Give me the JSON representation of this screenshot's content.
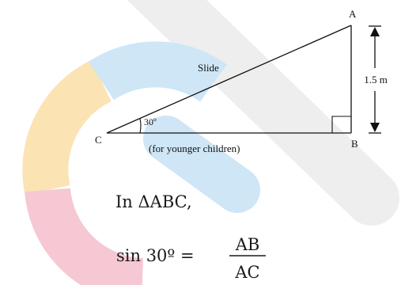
{
  "figure": {
    "vertices": {
      "a": "A",
      "b": "B",
      "c": "C"
    },
    "hypotenuse_label": "Slide",
    "angle_label": "30º",
    "height_label": "1.5 m",
    "caption": "(for younger children)"
  },
  "text": {
    "triangle_line": "In ΔABC,",
    "equation_left": "sin 30º =",
    "fraction_numerator": "AB",
    "fraction_denominator": "AC"
  },
  "colors": {
    "watermark_blue": "#cfe6f7",
    "watermark_yellow": "#fbe3b4",
    "watermark_pink": "#f6c8d3",
    "watermark_gray": "#eeeeee",
    "ink": "#111111"
  }
}
